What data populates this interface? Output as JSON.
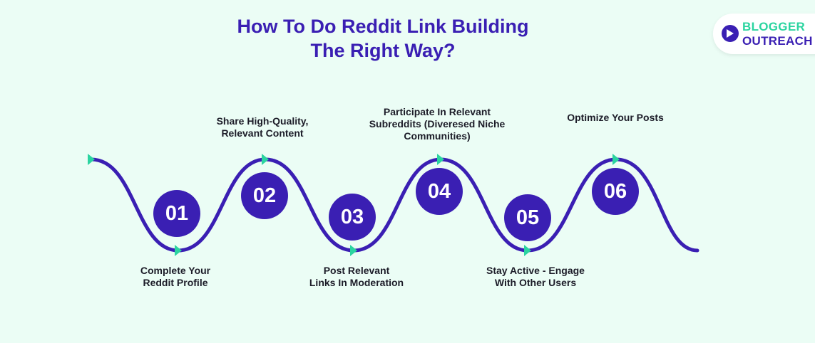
{
  "title": {
    "line1": "How To Do Reddit Link Building",
    "line2": "The Right Way?"
  },
  "logo": {
    "line1": "BLOGGER",
    "line2": "OUTREACH",
    "icon": "megaphone-icon"
  },
  "colors": {
    "background": "#ebfdf5",
    "primary": "#3a1fb3",
    "accent": "#2bd4a0",
    "text": "#1c1c28"
  },
  "steps": [
    {
      "number": "01",
      "label_lines": [
        "Complete Your",
        "Reddit Profile"
      ]
    },
    {
      "number": "02",
      "label_lines": [
        "Share High-Quality,",
        "Relevant Content"
      ]
    },
    {
      "number": "03",
      "label_lines": [
        "Post Relevant",
        "Links In Moderation"
      ]
    },
    {
      "number": "04",
      "label_lines": [
        "Participate In Relevant",
        "Subreddits (Diveresed Niche",
        "Communities)"
      ]
    },
    {
      "number": "05",
      "label_lines": [
        "Stay Active - Engage",
        "With Other Users"
      ]
    },
    {
      "number": "06",
      "label_lines": [
        "Optimize Your Posts"
      ]
    }
  ]
}
